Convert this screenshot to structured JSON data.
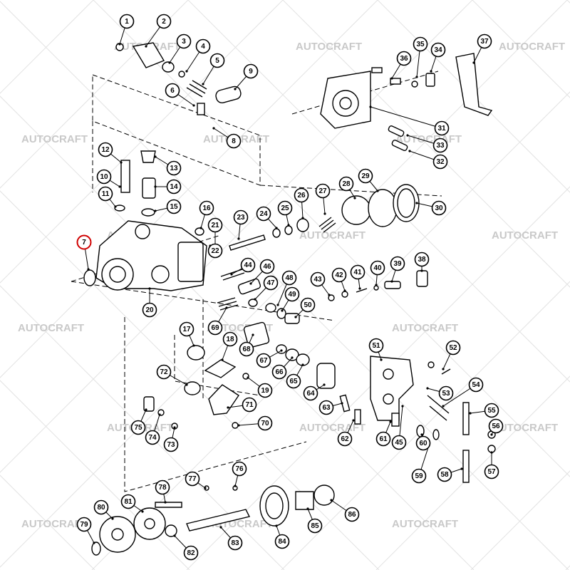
{
  "watermark": {
    "text": "AUTOCRAFT"
  },
  "highlight_color": "#d00000",
  "highlighted_part": "7",
  "callouts": [
    "1",
    "2",
    "3",
    "4",
    "5",
    "6",
    "8",
    "9",
    "10",
    "11",
    "12",
    "13",
    "14",
    "15",
    "16",
    "17",
    "18",
    "19",
    "20",
    "21",
    "22",
    "23",
    "24",
    "25",
    "26",
    "27",
    "28",
    "29",
    "30",
    "31",
    "32",
    "33",
    "34",
    "35",
    "36",
    "37",
    "38",
    "39",
    "40",
    "41",
    "42",
    "43",
    "44",
    "45",
    "46",
    "47",
    "48",
    "49",
    "50",
    "51",
    "52",
    "53",
    "54",
    "55",
    "56",
    "57",
    "58",
    "59",
    "60",
    "61",
    "62",
    "63",
    "64",
    "65",
    "66",
    "67",
    "68",
    "69",
    "70",
    "71",
    "72",
    "73",
    "74",
    "75",
    "76",
    "77",
    "78",
    "79",
    "80",
    "81",
    "82",
    "83",
    "84",
    "85",
    "86"
  ]
}
